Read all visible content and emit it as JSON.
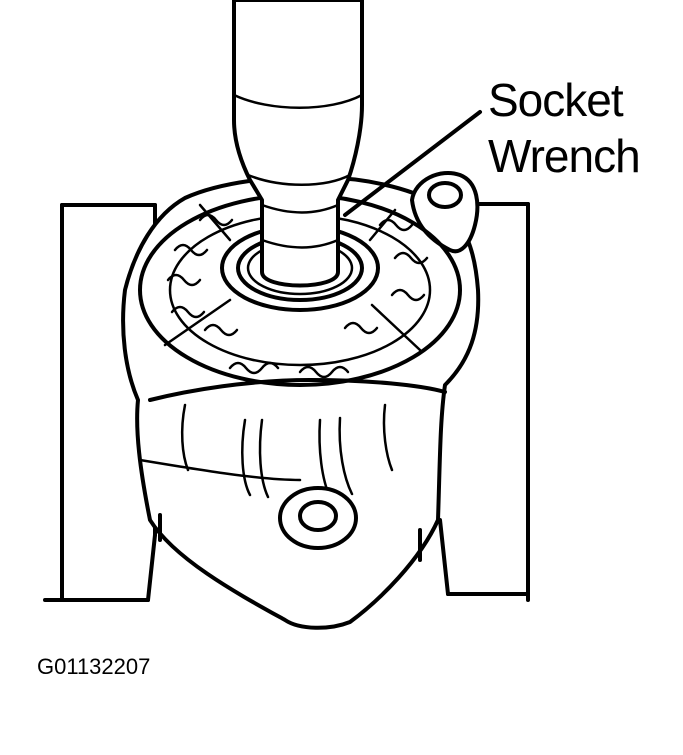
{
  "diagram": {
    "label_line1": "Socket",
    "label_line2": "Wrench",
    "figure_id": "G01132207"
  }
}
